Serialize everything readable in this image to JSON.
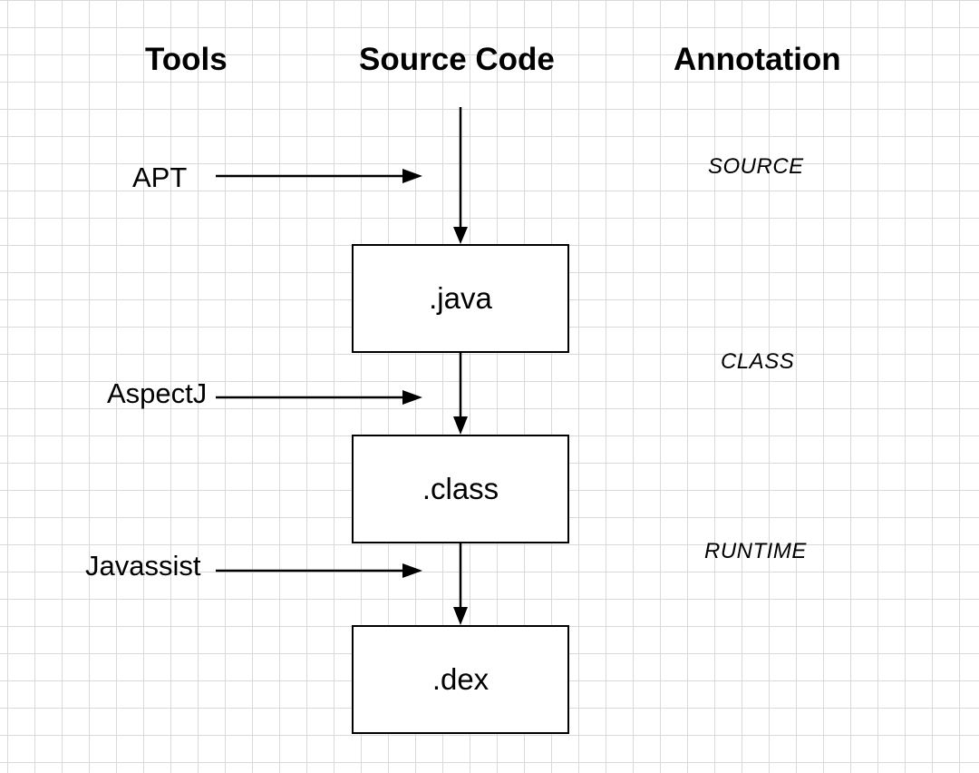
{
  "headers": {
    "tools": "Tools",
    "source_code": "Source Code",
    "annotation": "Annotation"
  },
  "tools": {
    "apt": "APT",
    "aspectj": "AspectJ",
    "javassist": "Javassist"
  },
  "stages": {
    "java": ".java",
    "class": ".class",
    "dex": ".dex"
  },
  "annotations": {
    "source": "SOURCE",
    "class": "CLASS",
    "runtime": "RUNTIME"
  },
  "colors": {
    "grid": "#d9d9d9",
    "stroke": "#000000",
    "background": "#ffffff"
  }
}
